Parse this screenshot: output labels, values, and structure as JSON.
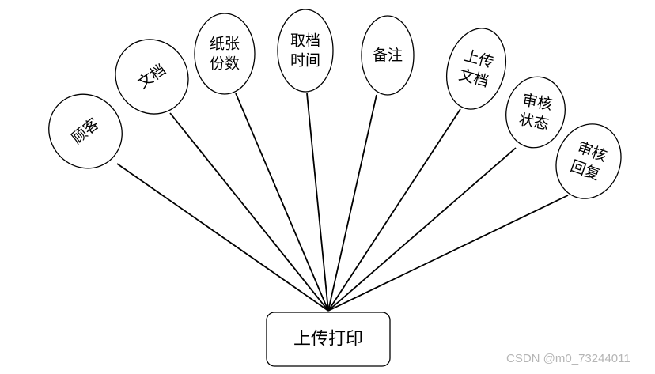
{
  "entity": {
    "label": "上传打印"
  },
  "attributes": [
    {
      "lines": [
        "顾客"
      ]
    },
    {
      "lines": [
        "文档"
      ]
    },
    {
      "lines": [
        "纸张",
        "份数"
      ]
    },
    {
      "lines": [
        "取档",
        "时间"
      ]
    },
    {
      "lines": [
        "备注"
      ]
    },
    {
      "lines": [
        "上传",
        "文档"
      ]
    },
    {
      "lines": [
        "审核",
        "状态"
      ]
    },
    {
      "lines": [
        "审核",
        "回复"
      ]
    }
  ],
  "watermark": "CSDN @m0_73244011",
  "colors": {
    "stroke": "#000000",
    "background": "#ffffff",
    "watermark": "#b5b5b5"
  }
}
